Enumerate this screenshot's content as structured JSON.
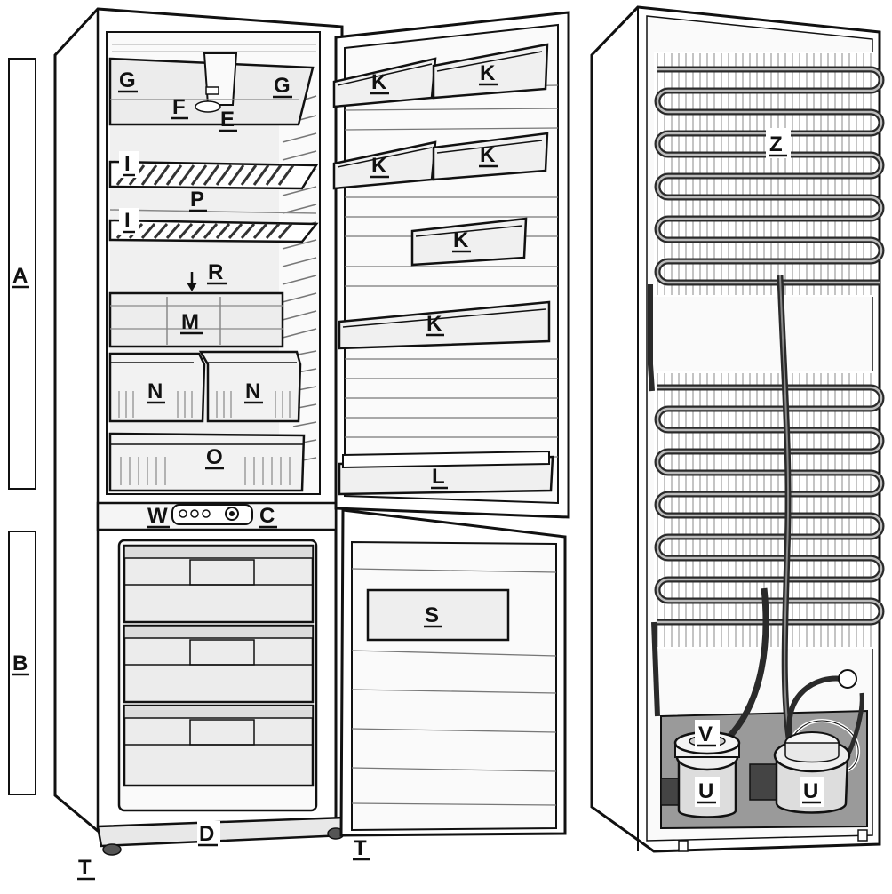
{
  "labels": {
    "A": "A",
    "B": "B",
    "C": "C",
    "D": "D",
    "E": "E",
    "F": "F",
    "G": "G",
    "I": "I",
    "K": "K",
    "L": "L",
    "M": "M",
    "N": "N",
    "O": "O",
    "P": "P",
    "R": "R",
    "S": "S",
    "T": "T",
    "U": "U",
    "V": "V",
    "W": "W",
    "Z": "Z"
  },
  "colors": {
    "outline": "#111111",
    "panel_fill": "#f3f3f3",
    "drawer_fill": "#e6e6e6",
    "compressor_floor": "#9a9a9a",
    "coil": "#2a2a2a",
    "grille": "#8a8a8a"
  }
}
